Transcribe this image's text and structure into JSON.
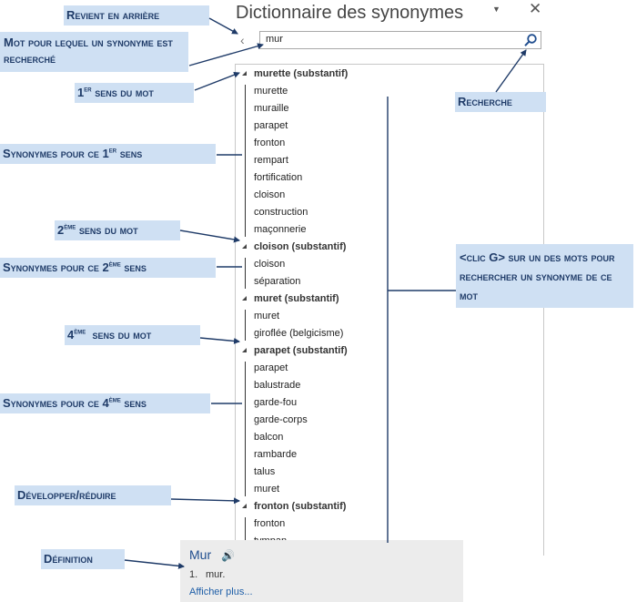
{
  "pane": {
    "title": "Dictionnaire des synonymes",
    "options_icon": "chevron-down-icon",
    "close_glyph": "✕",
    "back_glyph": "‹",
    "search": {
      "value": "mur",
      "button_icon": "search-icon"
    }
  },
  "groups": [
    {
      "heading": "murette (substantif)",
      "items": [
        "murette",
        "muraille",
        "parapet",
        "fronton",
        "rempart",
        "fortification",
        "cloison",
        "construction",
        "maçonnerie"
      ]
    },
    {
      "heading": "cloison (substantif)",
      "items": [
        "cloison",
        "séparation"
      ]
    },
    {
      "heading": "muret (substantif)",
      "items": [
        "muret",
        "giroflée (belgicisme)"
      ]
    },
    {
      "heading": "parapet (substantif)",
      "items": [
        "parapet",
        "balustrade",
        "garde-fou",
        "garde-corps",
        "balcon",
        "rambarde",
        "talus",
        "muret"
      ]
    },
    {
      "heading": "fronton (substantif)",
      "items": [
        "fronton",
        "tympan"
      ]
    }
  ],
  "definition": {
    "word": "Mur",
    "speaker_icon": "speaker-icon",
    "entries": [
      {
        "num": "1.",
        "text": "mur."
      }
    ],
    "more_link": "Afficher plus..."
  },
  "callouts": {
    "back": "Revient en arrière",
    "word_searched": "Mot pour lequel un synonyme est recherché",
    "first_sense": {
      "num": "1",
      "sup": "er",
      "rest": " sens du mot"
    },
    "first_syn": {
      "pre": "Synonymes pour ce 1",
      "sup": "er",
      "rest": " sens"
    },
    "second_sense": {
      "num": "2",
      "sup": "ème",
      "rest": " sens du mot"
    },
    "second_syn": {
      "pre": "Synonymes pour ce 2",
      "sup": "ème",
      "rest": " sens"
    },
    "fourth_sense": {
      "num": "4",
      "sup": "ème",
      "rest": "  sens du mot"
    },
    "fourth_syn": {
      "pre": "Synonymes pour ce 4",
      "sup": "ème",
      "rest": " sens"
    },
    "expand": "Développer/réduire",
    "definition": "Définition",
    "search": "Recherche",
    "click": "<clic G> sur un des mots pour rechercher un synonyme de ce mot"
  },
  "colors": {
    "callout_bg": "#cfe0f3",
    "callout_text": "#1f3b68",
    "arrow": "#1f3b68",
    "link": "#1f5fa8"
  }
}
